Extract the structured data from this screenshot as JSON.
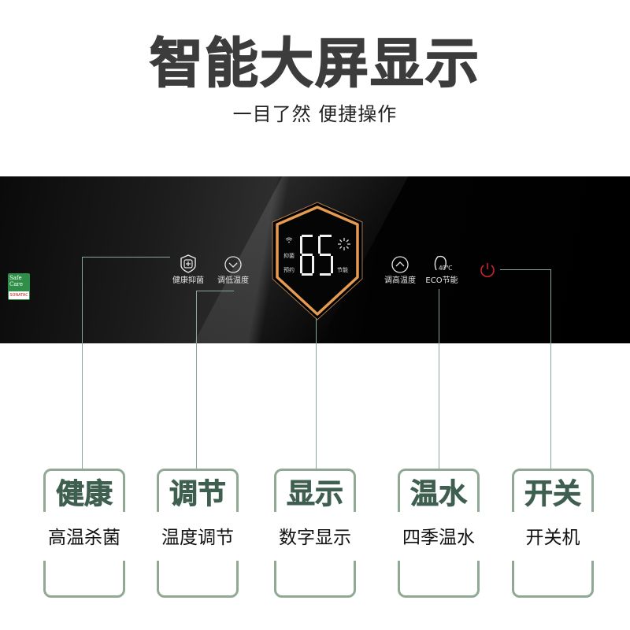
{
  "header": {
    "title": "智能大屏显示",
    "subtitle": "一目了然 便捷操作"
  },
  "panel": {
    "badge": {
      "top_text": "Safe Care",
      "bottom_text": "SONATAC"
    },
    "controls": [
      {
        "id": "health",
        "label": "健康抑菌",
        "icon": "shield-plus-icon"
      },
      {
        "id": "temp-down",
        "label": "调低温度",
        "icon": "chevron-down-circle-icon"
      },
      {
        "id": "temp-up",
        "label": "调高温度",
        "icon": "chevron-up-circle-icon"
      },
      {
        "id": "eco",
        "label": "ECO节能",
        "icon": "leaf-eco-icon",
        "icon_text": "40℃"
      },
      {
        "id": "power",
        "label": "",
        "icon": "power-icon"
      }
    ],
    "display": {
      "value": "65",
      "left_labels": [
        "抑菌",
        "预约"
      ],
      "right_label": "节能",
      "indicators": [
        "wifi-icon",
        "heating-sun-icon"
      ]
    },
    "colors": {
      "ring": "#e69b52",
      "power": "#c8262c",
      "leader_line": "#8aa89a"
    }
  },
  "features": [
    {
      "title": "健康",
      "desc": "高温杀菌"
    },
    {
      "title": "调节",
      "desc": "温度调节"
    },
    {
      "title": "显示",
      "desc": "数字显示"
    },
    {
      "title": "温水",
      "desc": "四季温水"
    },
    {
      "title": "开关",
      "desc": "开关机"
    }
  ],
  "colors": {
    "title": "#3c3c3c",
    "card_border": "#8fa995",
    "card_title": "#3f5f50"
  }
}
